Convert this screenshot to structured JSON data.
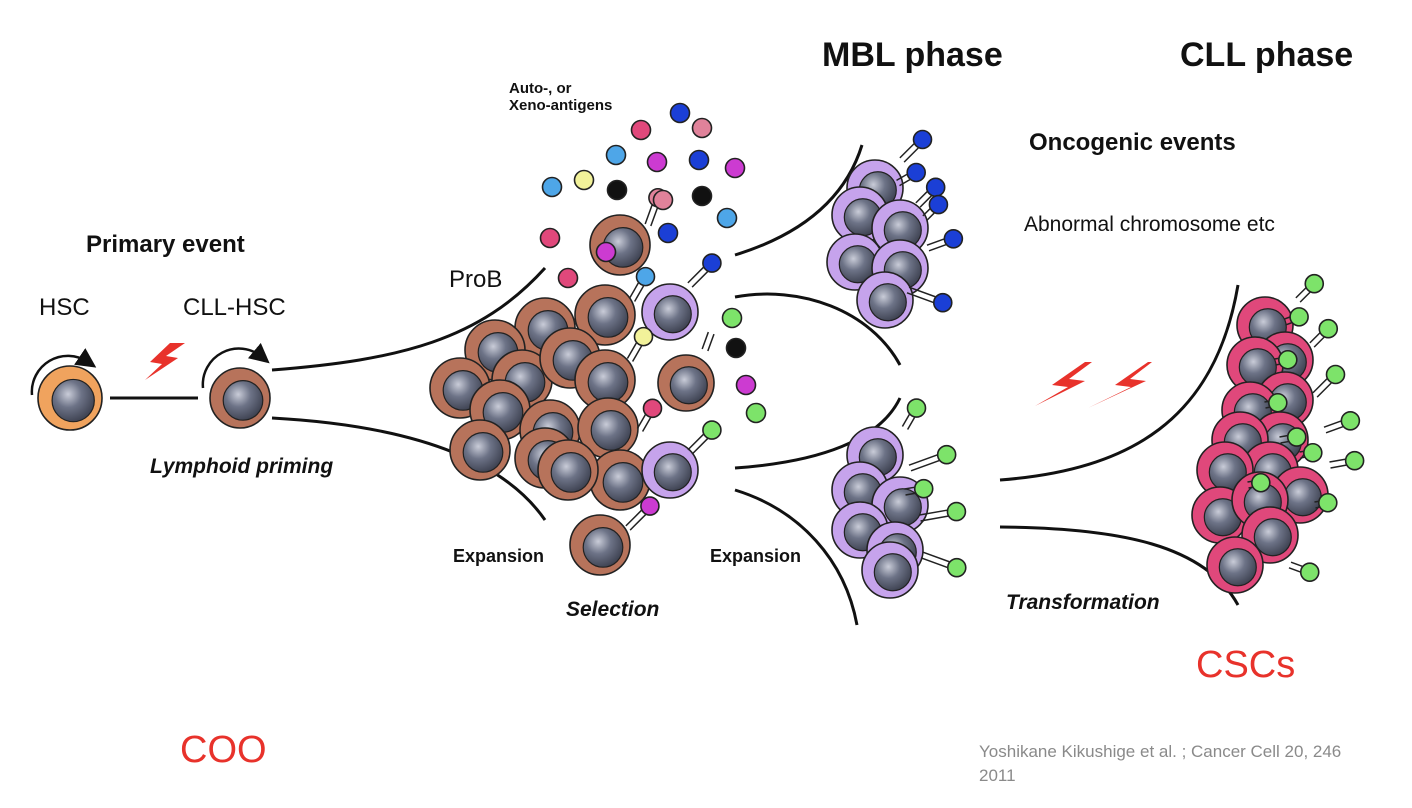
{
  "headings": {
    "mbl_phase": "MBL phase",
    "cll_phase": "CLL phase",
    "primary_event": "Primary event",
    "oncogenic_events": "Oncogenic events"
  },
  "labels": {
    "hsc": "HSC",
    "cll_hsc": "CLL-HSC",
    "lymphoid_priming": "Lymphoid priming",
    "antigens_line1": "Auto-, or",
    "antigens_line2": "Xeno-antigens",
    "prob": "ProB",
    "expansion_1": "Expansion",
    "expansion_2": "Expansion",
    "selection": "Selection",
    "abnormal_chromosome": "Abnormal chromosome  etc",
    "transformation": "Transformation",
    "coo": "COO",
    "cscs": "CSCs"
  },
  "citation": {
    "line1": "Yoshikane Kikushige et al. ; Cancer Cell 20, 246",
    "line2": "2011"
  },
  "colors": {
    "hsc_cytoplasm": "#f0a35e",
    "brown_cytoplasm": "#b7735b",
    "purple_cytoplasm": "#c6a3ec",
    "pink_cytoplasm": "#e0487b",
    "nucleus": "#5f6577",
    "lightning": "#e8322b",
    "label_red": "#e8322b",
    "antigen_blue": "#1b3fd6",
    "antigen_green": "#7de36a",
    "antigen_pink": "#e0487b",
    "antigen_magenta": "#cc3bd1",
    "antigen_light_blue": "#4ea6e8",
    "antigen_yellow": "#f2f29a",
    "antigen_black": "#111111",
    "antigen_rose": "#e0829a"
  }
}
